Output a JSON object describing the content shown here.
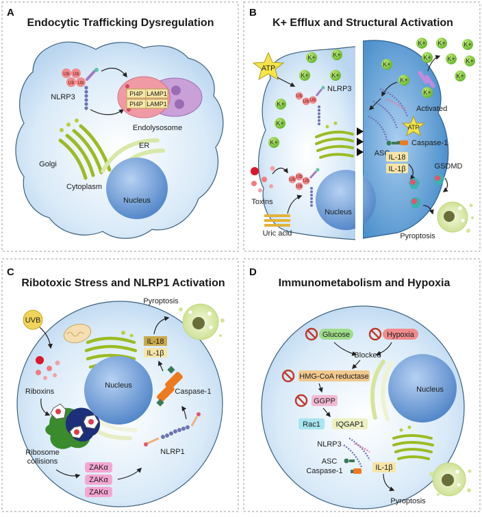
{
  "panels": {
    "a": {
      "letter": "A",
      "title": "Endocytic Trafficking Dysregulation",
      "labels": {
        "nlrp3": "NLRP3",
        "ub": "Ub",
        "pi4p": "PI4P",
        "lamp1": "LAMP1",
        "endolysosome": "Endolysosome",
        "golgi": "Golgi",
        "er": "ER",
        "cytoplasm": "Cytoplasm",
        "nucleus": "Nucleus"
      }
    },
    "b": {
      "letter": "B",
      "title": "K+ Efflux and Structural Activation",
      "labels": {
        "atp": "ATP",
        "k": "K+",
        "nlrp3": "NLRP3",
        "ub": "Ub",
        "toxins": "Toxins",
        "uric_acid": "Uric acid",
        "nucleus": "Nucleus",
        "activated": "Activated",
        "asc": "ASC",
        "caspase1": "Caspase-1",
        "il18": "IL-18",
        "il1b": "IL-1β",
        "gsdmd": "GSDMD",
        "pyroptosis": "Pyroptosis"
      }
    },
    "c": {
      "letter": "C",
      "title": "Ribotoxic Stress and NLRP1 Activation",
      "labels": {
        "uvb": "UVB",
        "riboxins": "Riboxins",
        "ribosome": "Ribosome",
        "collisions": "collisions",
        "nucleus": "Nucleus",
        "pyroptosis": "Pyroptosis",
        "il18": "IL-18",
        "il1b": "IL-1β",
        "caspase1": "Caspase-1",
        "nlrp1": "NLRP1",
        "zak": "ZAKα"
      }
    },
    "d": {
      "letter": "D",
      "title": "Immunometabolism and Hypoxia",
      "labels": {
        "glucose": "Glucose",
        "hypoxia": "Hypoxia",
        "blocked": "Blocked",
        "hmgcoa": "HMG-CoA reductase",
        "ggpp": "GGPP",
        "rac1": "Rac1",
        "iqgap1": "IQGAP1",
        "nucleus": "Nucleus",
        "nlrp3": "NLRP3",
        "asc": "ASC",
        "caspase1": "Caspase-1",
        "il1b": "IL-1β",
        "pyroptosis": "Pyroptosis"
      }
    }
  },
  "colors": {
    "cell": "#dcebf7",
    "cell_dark": "#6aa6d6",
    "nucleus": "#7aa6dc",
    "golgi": "#b7cf3a",
    "ub": "#f08c8c",
    "k": "#7fcf3a",
    "il": "#f7e6a8",
    "orange": "#ee7a1f",
    "inhibit": "#c0392b",
    "pyro": "#dde9b6",
    "lamp": "#c97fc2"
  }
}
